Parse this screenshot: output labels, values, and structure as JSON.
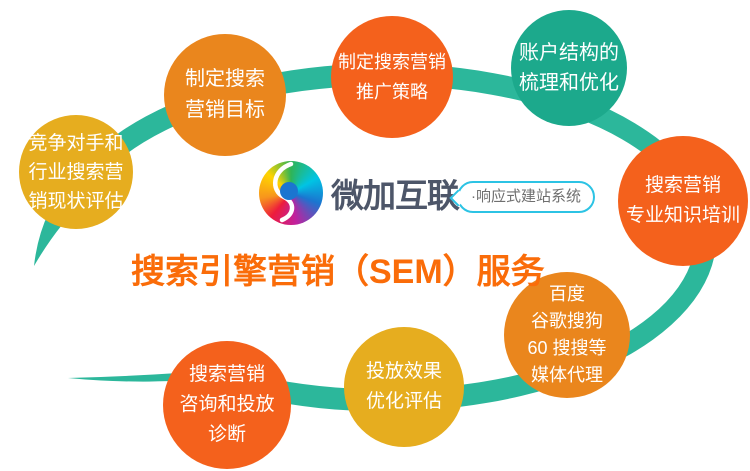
{
  "title": {
    "text": "搜索引擎营销（SEM）服务",
    "color": "#fa6c09"
  },
  "brand": {
    "logo_icon": "colorful-swirl-sphere",
    "name": "微加互联",
    "tagline": "·响应式建站系统"
  },
  "palette": {
    "ribbon_green": "#2cb79b",
    "circle_green": "#1ca98c",
    "circle_orange": "#ea861d",
    "circle_red_orange": "#f4611c",
    "circle_yellow": "#e6ad1f",
    "title_orange": "#fa6c09",
    "logo_text": "#4d5669",
    "tagline_border": "#2cc3e4",
    "tagline_text": "#6f6f6f",
    "circle_text": "#ffffff"
  },
  "steps": [
    {
      "id": "competitor-evaluation",
      "color": "yellow",
      "lines": [
        "竞争对手和",
        "行业搜索营",
        "销现状评估"
      ]
    },
    {
      "id": "goal-setting",
      "color": "orange",
      "lines": [
        "制定搜索",
        "营销目标"
      ]
    },
    {
      "id": "promotion-strategy",
      "color": "red-orange",
      "lines": [
        "制定搜索营销",
        "推广策略"
      ]
    },
    {
      "id": "account-structure",
      "color": "green",
      "lines": [
        "账户结构的",
        "梳理和优化"
      ]
    },
    {
      "id": "knowledge-training",
      "color": "red-orange",
      "lines": [
        "搜索营销",
        "专业知识培训"
      ]
    },
    {
      "id": "media-agency",
      "color": "orange",
      "lines": [
        "百度",
        "谷歌搜狗",
        "60 搜搜等",
        "媒体代理"
      ]
    },
    {
      "id": "effect-evaluation",
      "color": "yellow",
      "lines": [
        "投放效果",
        "优化评估"
      ]
    },
    {
      "id": "consulting-diagnosis",
      "color": "red-orange",
      "lines": [
        "搜索营销",
        "咨询和投放",
        "诊断"
      ]
    }
  ]
}
